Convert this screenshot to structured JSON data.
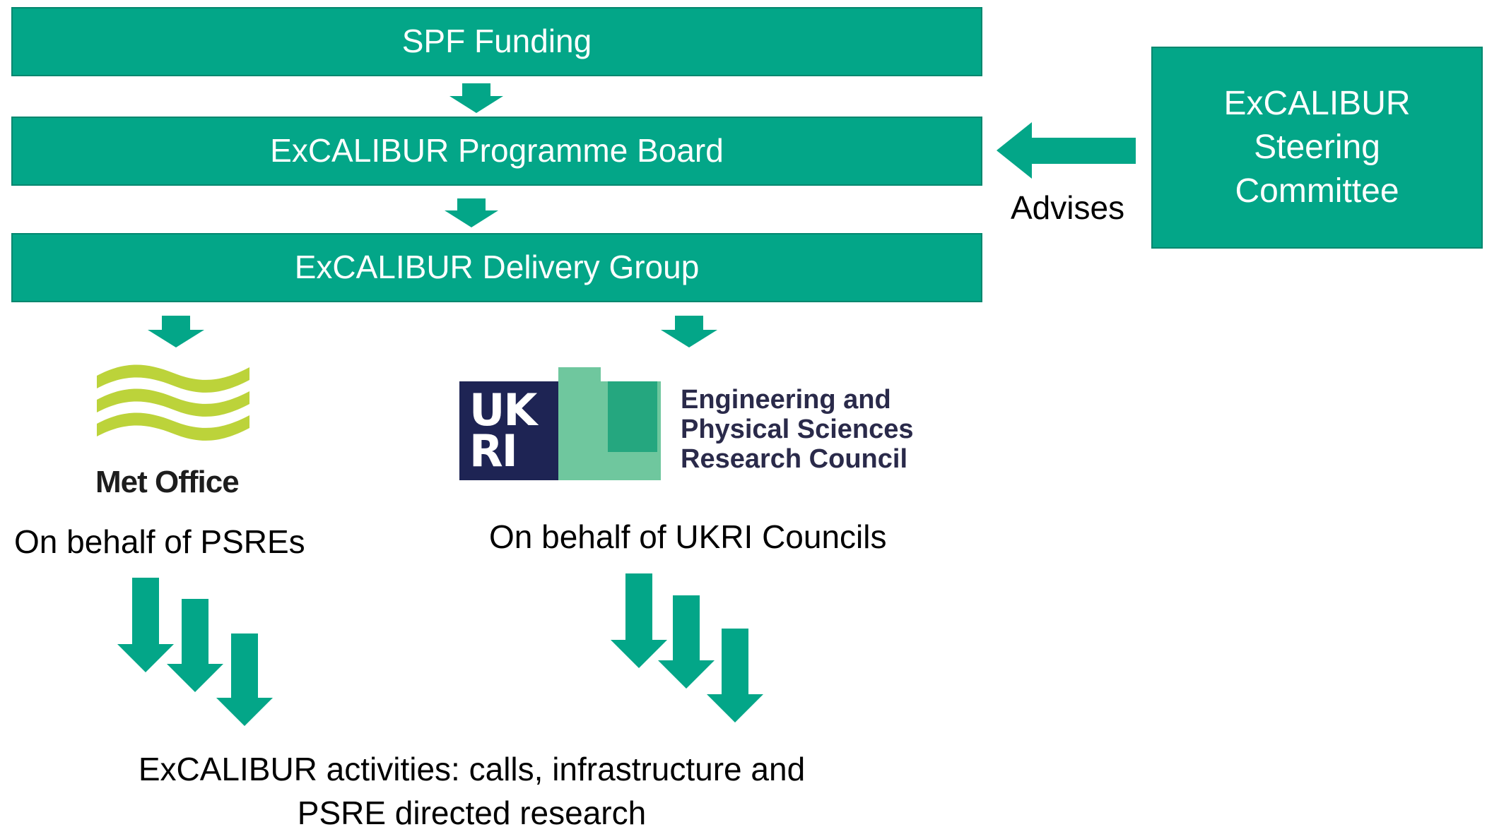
{
  "colors": {
    "box_fill": "#03a688",
    "box_border": "#02876f",
    "arrow": "#03a688",
    "met_office_green": "#bcd33a",
    "ukri_navy": "#1e2454",
    "ukri_green_light": "#6fc79e",
    "ukri_green_dark": "#25a77f"
  },
  "boxes": {
    "spf_funding": "SPF Funding",
    "programme_board": "ExCALIBUR Programme Board",
    "delivery_group": "ExCALIBUR Delivery Group",
    "steering_committee": [
      "ExCALIBUR",
      "Steering",
      "Committee"
    ]
  },
  "edges": {
    "advises_label": "Advises"
  },
  "met_office": {
    "logo_text": "Met Office",
    "caption": "On behalf of PSREs"
  },
  "ukri": {
    "logo_letters": [
      "UK",
      "RI"
    ],
    "council_name": [
      "Engineering and",
      "Physical Sciences",
      "Research Council"
    ],
    "caption": "On behalf of UKRI Councils"
  },
  "activities": [
    "ExCALIBUR activities: calls, infrastructure and",
    "PSRE directed research"
  ]
}
